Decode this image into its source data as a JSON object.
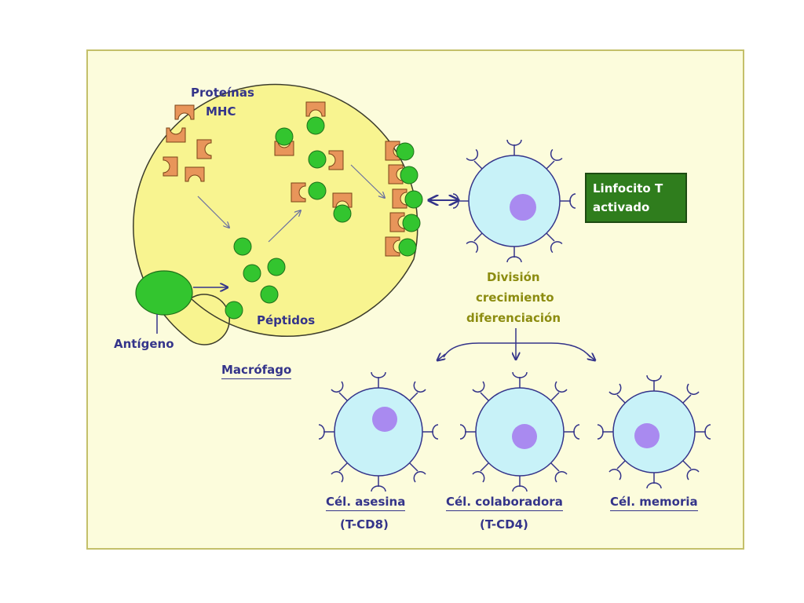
{
  "labels": {
    "mhc_proteins": [
      "Proteínas",
      "MHC"
    ],
    "peptides": "Péptidos",
    "antigen": "Antígeno",
    "macrophage": "Macrófago",
    "activated_t": [
      "Linfocito T",
      "activado"
    ],
    "process": [
      "División",
      "crecimiento",
      "diferenciación"
    ],
    "killer": [
      "Cél. asesina",
      "(T-CD8)"
    ],
    "helper": [
      "Cél. colaboradora",
      "(T-CD4)"
    ],
    "memory": "Cél. memoria"
  },
  "colors": {
    "frame_bg": "#fcfcdc",
    "frame_border": "#c4c06a",
    "macrophage_fill": "#f8f490",
    "macrophage_stroke": "#3c3c2c",
    "green": "#33c52f",
    "orange": "#e8955a",
    "cell_fill": "#c8f2f8",
    "nucleus": "#a98af0",
    "label_blue": "#34348a",
    "label_olive": "#8c8c10",
    "box_green": "#2f7d1d"
  }
}
